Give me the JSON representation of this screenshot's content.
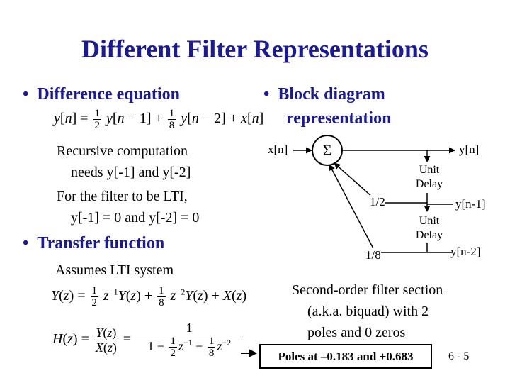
{
  "title": "Different Filter Representations",
  "left": {
    "bullet1": "Difference equation",
    "recursive_lines": [
      "Recursive computation",
      "needs y[-1] and y[-2]",
      "For the filter to be LTI,",
      "y[-1] = 0 and y[-2] = 0"
    ],
    "bullet2": "Transfer function",
    "assumes": "Assumes LTI system"
  },
  "right": {
    "bullet": "Block diagram",
    "bullet_line2": "representation",
    "diagram": {
      "input": "x[n]",
      "sum_symbol": "Σ",
      "output": "y[n]",
      "delay1": [
        "Unit",
        "Delay"
      ],
      "delay2": [
        "Unit",
        "Delay"
      ],
      "y1": "y[n-1]",
      "y2": "y[n-2]",
      "gain1": "1/2",
      "gain2": "1/8"
    },
    "caption_lines": [
      "Second-order filter section",
      "(a.k.a. biquad) with 2",
      "poles and 0 zeros"
    ],
    "poles": "Poles at –0.183 and +0.683",
    "slide_number": "6 - 5"
  }
}
